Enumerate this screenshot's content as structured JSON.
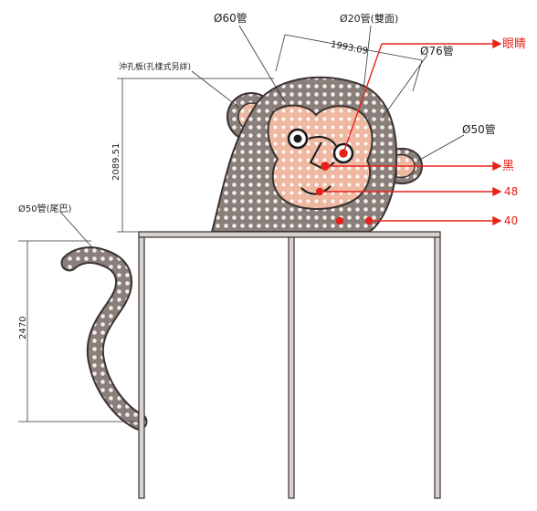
{
  "labels": {
    "pipe_60": "Ø60管",
    "pipe_20": "Ø20管(雙面)",
    "pipe_76": "Ø76管",
    "pipe_50": "Ø50管",
    "punch_plate": "沖孔板(孔樣式另詳)",
    "tail_pipe": "Ø50管(尾巴)"
  },
  "dimensions": {
    "width": "1993.09",
    "height": "2089.51",
    "tail_height": "2470"
  },
  "callouts": {
    "eye": "眼睛",
    "black": "黑",
    "led_48": "48",
    "led_40": "40"
  },
  "colors": {
    "body": "#8a7f7a",
    "skin": "#f0b8a0",
    "outline": "#3a3331",
    "callout": "#e8221b",
    "frame": "#6a6260"
  }
}
